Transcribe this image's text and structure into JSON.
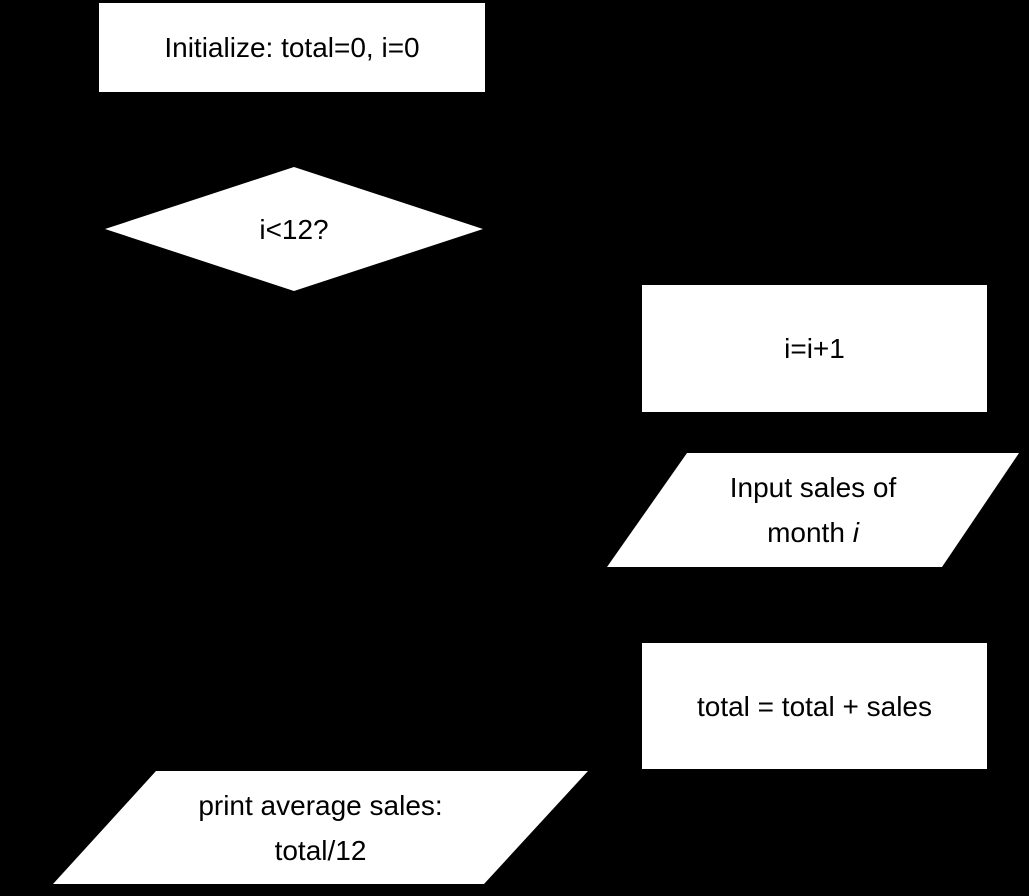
{
  "colors": {
    "background": "#000000",
    "shape_fill": "#ffffff",
    "shape_text": "#000000"
  },
  "flowchart": {
    "nodes": {
      "start": {
        "type": "process",
        "label": "Initialize: total=0, i=0"
      },
      "condition": {
        "type": "decision",
        "label": "i<12?"
      },
      "increment": {
        "type": "process",
        "label": "i=i+1"
      },
      "input": {
        "type": "input-output",
        "line1": "Input sales of",
        "line2_prefix": "month ",
        "line2_italic_var": "i"
      },
      "accumulate": {
        "type": "process",
        "label": "total = total + sales"
      },
      "output": {
        "type": "input-output",
        "line1": "print average sales:",
        "line2": "total/12"
      }
    }
  }
}
